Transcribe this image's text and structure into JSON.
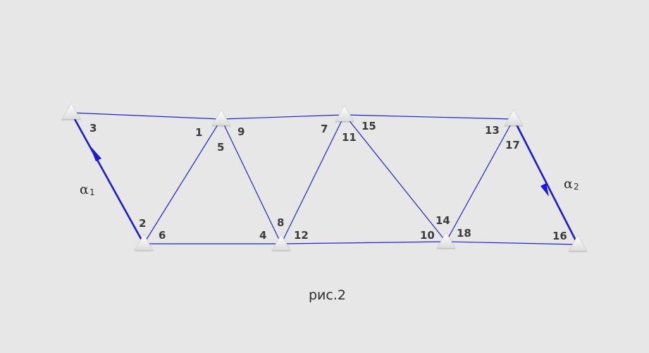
{
  "colors": {
    "background": "#e7e7e8",
    "member": "#2323cc",
    "load": "#1a1ad6",
    "node_marker": "#ffffff",
    "label": "#3b3b3b"
  },
  "node_marker_icon": "triangle-icon",
  "arrow_icon": "arrowhead-icon",
  "labels": {
    "n1": "1",
    "n2": "2",
    "n3": "3",
    "n4": "4",
    "n5": "5",
    "n6": "6",
    "n7": "7",
    "n8": "8",
    "n9": "9",
    "n10": "10",
    "n11": "11",
    "n12": "12",
    "n13": "13",
    "n14": "14",
    "n15": "15",
    "n16": "16",
    "n17": "17",
    "n18": "18"
  },
  "loads": {
    "alpha1": {
      "symbol": "α",
      "subscript": "1"
    },
    "alpha2": {
      "symbol": "α",
      "subscript": "2"
    }
  },
  "caption": "рис.2"
}
